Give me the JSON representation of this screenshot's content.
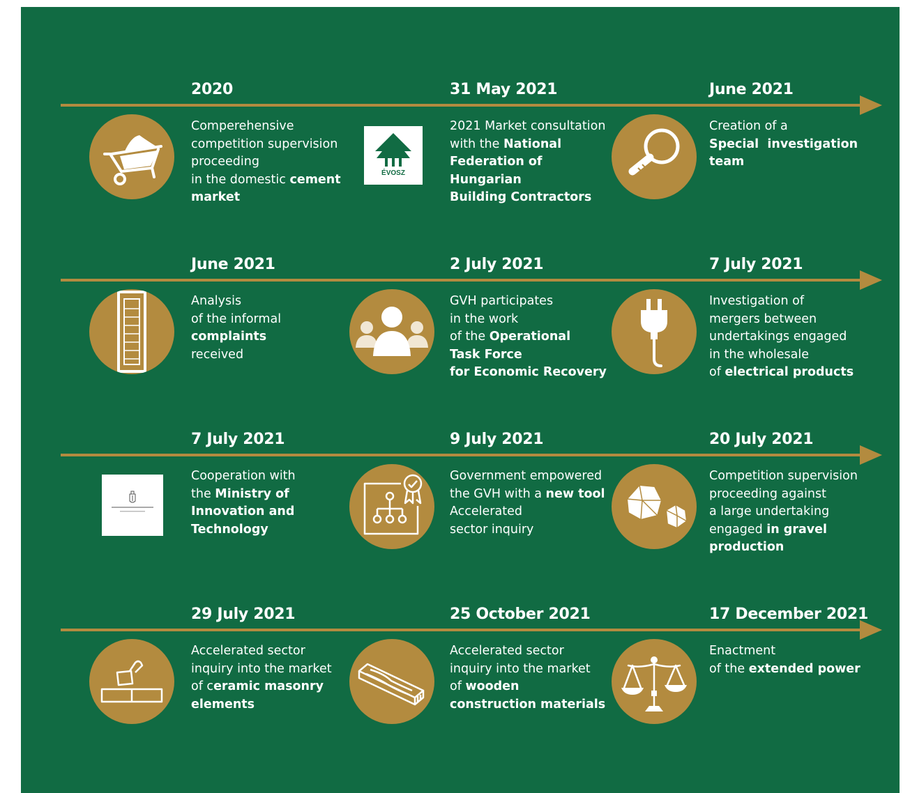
{
  "colors": {
    "background": "#116b43",
    "accent": "#b38b3f",
    "text": "#ffffff"
  },
  "rows": [
    {
      "items": [
        {
          "date": "2020",
          "icon": "wheelbarrow-icon",
          "description": [
            {
              "text": "Comperehensive"
            },
            {
              "text": "competition supervision"
            },
            {
              "text": "proceeding"
            },
            {
              "text": "in the domestic ",
              "bold": "cement"
            },
            {
              "bold": "market"
            }
          ]
        },
        {
          "date": "31 May 2021",
          "icon": "evosz-logo",
          "logo_text": "ÉVOSZ",
          "description": [
            {
              "text": "2021 Market consultation"
            },
            {
              "text": "with the ",
              "bold": "National"
            },
            {
              "bold": "Federation of Hungarian"
            },
            {
              "bold": "Building Contractors"
            }
          ]
        },
        {
          "date": "June 2021",
          "icon": "magnifier-icon",
          "description": [
            {
              "text": "Creation of a"
            },
            {
              "bold": "Special  investigation"
            },
            {
              "bold": "team"
            }
          ]
        }
      ]
    },
    {
      "items": [
        {
          "date": "June 2021",
          "icon": "document-stack-icon",
          "description": [
            {
              "text": "Analysis"
            },
            {
              "text": "of the informal"
            },
            {
              "bold": "complaints"
            },
            {
              "text": "received"
            }
          ]
        },
        {
          "date": "2 July 2021",
          "icon": "people-group-icon",
          "description": [
            {
              "text": "GVH participates"
            },
            {
              "text": "in the work"
            },
            {
              "text": "of the ",
              "bold": "Operational"
            },
            {
              "bold": "Task Force"
            },
            {
              "bold": "for Economic Recovery"
            }
          ]
        },
        {
          "date": "7 July 2021",
          "icon": "electric-plug-icon",
          "description": [
            {
              "text": "Investigation of"
            },
            {
              "text": "mergers between"
            },
            {
              "text": "undertakings engaged"
            },
            {
              "text": "in the wholesale"
            },
            {
              "text": "of ",
              "bold": "electrical products"
            }
          ]
        }
      ]
    },
    {
      "items": [
        {
          "date": "7 July 2021",
          "icon": "ministry-logo",
          "description": [
            {
              "text": "Cooperation with"
            },
            {
              "text": "the ",
              "bold": "Ministry of"
            },
            {
              "bold": "Innovation and"
            },
            {
              "bold": "Technology"
            }
          ]
        },
        {
          "date": "9 July 2021",
          "icon": "org-chart-certificate-icon",
          "description": [
            {
              "text": "Government empowered"
            },
            {
              "text": "the GVH with a ",
              "bold": "new tool"
            },
            {
              "text": "Accelerated"
            },
            {
              "text": "sector inquiry"
            }
          ]
        },
        {
          "date": "20 July 2021",
          "icon": "gravel-stones-icon",
          "description": [
            {
              "text": "Competition supervision"
            },
            {
              "text": "proceeding against"
            },
            {
              "text": "a large undertaking"
            },
            {
              "text": "engaged ",
              "bold": "in gravel"
            },
            {
              "bold": "production"
            }
          ]
        }
      ]
    },
    {
      "items": [
        {
          "date": "29 July 2021",
          "icon": "bricks-icon",
          "description": [
            {
              "text": "Accelerated sector"
            },
            {
              "text": "inquiry into the market"
            },
            {
              "text": "of c",
              "bold": "eramic masonry"
            },
            {
              "bold": "elements"
            }
          ]
        },
        {
          "date": "25 October 2021",
          "icon": "timber-beams-icon",
          "description": [
            {
              "text": "Accelerated sector"
            },
            {
              "text": "inquiry into the market"
            },
            {
              "text": "of ",
              "bold": "wooden"
            },
            {
              "bold": "construction materials"
            }
          ]
        },
        {
          "date": "17 December 2021",
          "icon": "scales-icon",
          "description": [
            {
              "text": "Enactment"
            },
            {
              "text": "of the ",
              "bold": "extended power"
            }
          ]
        }
      ]
    }
  ]
}
